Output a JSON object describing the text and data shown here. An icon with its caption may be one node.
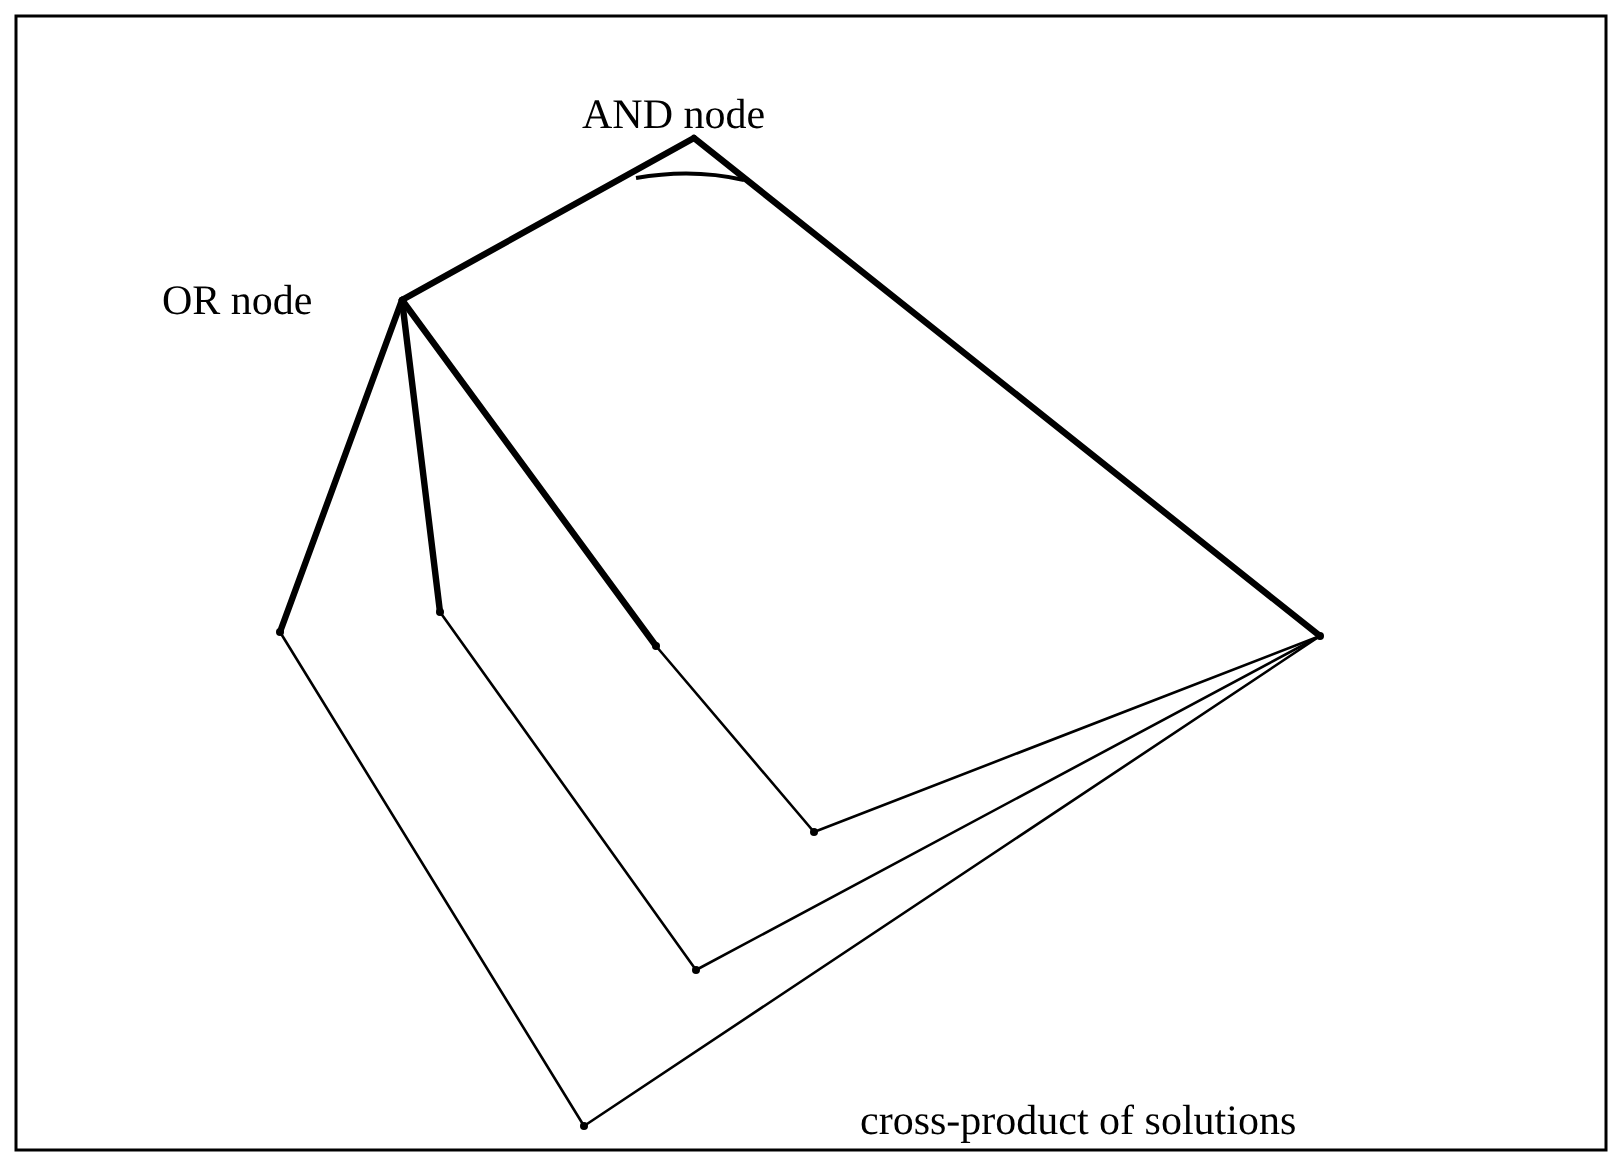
{
  "diagram": {
    "nodes": [
      {
        "text": [
          "AND node"
        ]
      },
      {
        "text": [
          "OR node"
        ]
      },
      {
        "text": [],
        "shape": "point"
      },
      {
        "text": [],
        "shape": "point"
      },
      {
        "text": [],
        "shape": "point"
      },
      {
        "text": [],
        "shape": "point"
      },
      {
        "text": [],
        "shape": "point"
      },
      {
        "text": [],
        "shape": "point"
      },
      {
        "text": [],
        "shape": "point"
      }
    ],
    "edges": [
      {
        "from": 0,
        "to": 1,
        "arrow": "none",
        "style": "thick"
      },
      {
        "from": 0,
        "to": 2,
        "arrow": "none",
        "style": "thick"
      },
      {
        "from": 1,
        "to": 3,
        "arrow": "none",
        "style": "thick"
      },
      {
        "from": 1,
        "to": 4,
        "arrow": "none",
        "style": "thick"
      },
      {
        "from": 1,
        "to": 5,
        "arrow": "none",
        "style": "thick"
      },
      {
        "from": 3,
        "to": 6,
        "arrow": "none"
      },
      {
        "from": 6,
        "to": 2,
        "arrow": "none"
      },
      {
        "from": 4,
        "to": 7,
        "arrow": "none"
      },
      {
        "from": 7,
        "to": 2,
        "arrow": "none"
      },
      {
        "from": 5,
        "to": 8,
        "arrow": "none"
      },
      {
        "from": 8,
        "to": 2,
        "arrow": "none"
      }
    ],
    "labels": [
      "cross-product of solutions"
    ]
  }
}
